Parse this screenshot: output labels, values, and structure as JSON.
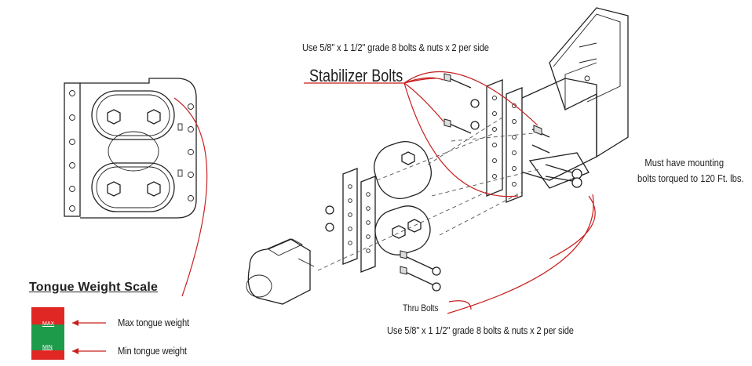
{
  "labels": {
    "top_bolt_spec": "Use 5/8\" x 1 1/2\" grade 8 bolts & nuts x 2 per side",
    "stabilizer_bolts": "Stabilizer Bolts",
    "torque_line1": "Must have mounting",
    "torque_line2": "bolts torqued to 120 Ft. lbs.",
    "thru_bolts": "Thru Bolts",
    "bottom_bolt_spec": "Use 5/8\" x 1 1/2\" grade 8 bolts & nuts x 2 per side"
  },
  "scale": {
    "title": "Tongue Weight Scale",
    "max_tag": "MAX",
    "min_tag": "MIN",
    "max_label": "Max tongue weight",
    "min_label": "Min tongue weight"
  },
  "colors": {
    "callout": "#c81e1e",
    "scale_red": "#e02724",
    "scale_green": "#1e9a4b"
  }
}
